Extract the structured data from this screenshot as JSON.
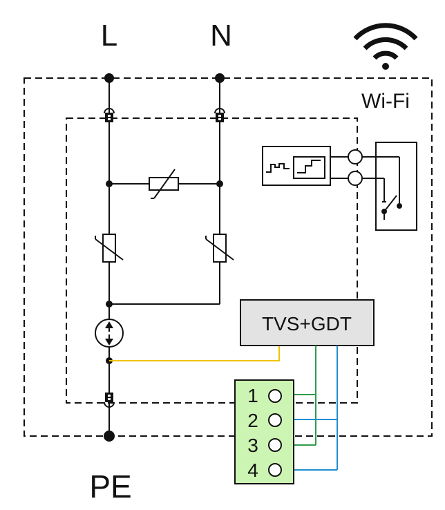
{
  "terminals": {
    "line": "L",
    "neutral": "N",
    "earth": "PE"
  },
  "wifi": {
    "label": "Wi-Fi",
    "icon": "wifi-icon"
  },
  "protection_module": {
    "label": "TVS+GDT"
  },
  "connector": {
    "pins": [
      {
        "label": "1"
      },
      {
        "label": "2"
      },
      {
        "label": "3"
      },
      {
        "label": "4"
      }
    ]
  },
  "colors": {
    "wire": "#111111",
    "yellow_wire": "#f2c200",
    "green_wire": "#2e9a4a",
    "blue_wire": "#1f8fd1",
    "module_fill": "#e3e3e3",
    "connector_fill": "#ccf5b3"
  }
}
